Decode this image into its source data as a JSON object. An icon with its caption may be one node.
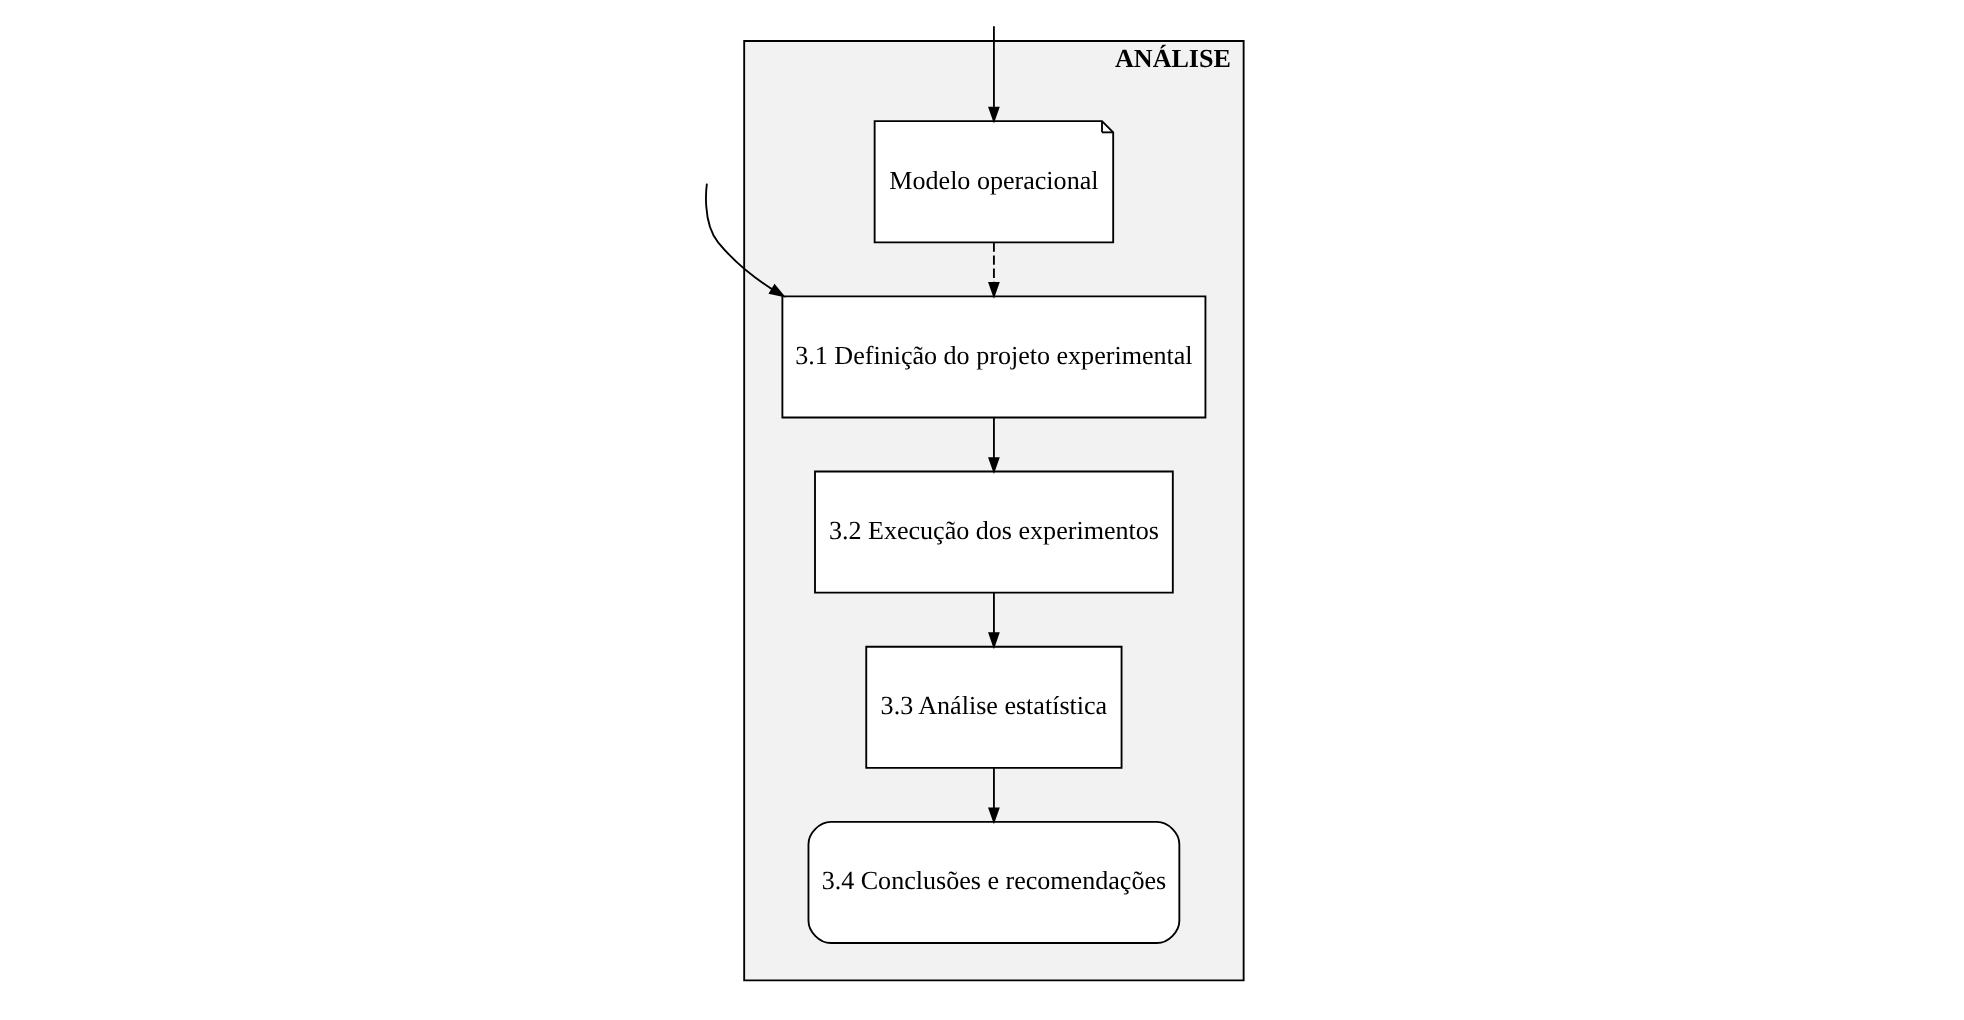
{
  "diagram": {
    "nodes": [
      {
        "text": [
          "ANÁLISE"
        ]
      },
      {
        "text": [
          "Modelo operacional"
        ],
        "in": 0
      },
      {
        "text": [
          "3.1 Definição do projeto experimental"
        ],
        "in": 0
      },
      {
        "text": [
          "3.2 Execução dos experimentos"
        ],
        "in": 0
      },
      {
        "text": [
          "3.3 Análise estatística"
        ],
        "in": 0
      },
      {
        "text": [
          "3.4 Conclusões e recomendações"
        ],
        "in": 0
      }
    ],
    "edges": [
      {
        "from": null,
        "to": 1,
        "arrow": "to"
      },
      {
        "from": null,
        "to": 2,
        "arrow": "to"
      },
      {
        "from": 1,
        "to": 2,
        "arrow": "to",
        "style": "dashed"
      },
      {
        "from": 2,
        "to": 3,
        "arrow": "to"
      },
      {
        "from": 3,
        "to": 4,
        "arrow": "to"
      },
      {
        "from": 4,
        "to": 5,
        "arrow": "to"
      }
    ]
  }
}
